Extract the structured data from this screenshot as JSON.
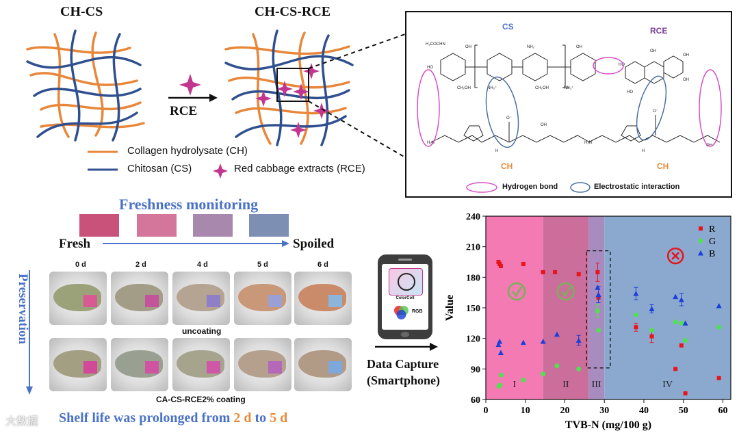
{
  "network": {
    "left_title": "CH-CS",
    "right_title": "CH-CS-RCE",
    "arrow_label": "RCE",
    "legend": {
      "ch": "Collagen hydrolysate (CH)",
      "cs": "Chitosan (CS)",
      "rce": "Red cabbage extracts (RCE)"
    },
    "colors": {
      "ch": "#e8873a",
      "cs": "#2f4f8f",
      "rce": "#c2368f"
    }
  },
  "molecule": {
    "cs_label": "CS",
    "rce_label": "RCE",
    "ch_label_1": "CH",
    "ch_label_2": "CH",
    "legend_hbond": "Hydrogen bond",
    "legend_electro": "Electrostatic interaction",
    "atoms": {
      "h3cocohn": "H₃COCHN",
      "oh": "OH",
      "ho": "HO",
      "ch2oh": "CH₂OH",
      "nh2": "NH₂",
      "nh3": "NH₃⁺",
      "n": "n",
      "h2n": "H₂N",
      "o": "O",
      "n_atom": "N",
      "h": "H",
      "o_minus": "O⁻"
    },
    "colors": {
      "cs": "#4a72c6",
      "rce": "#7b3c9e",
      "ch": "#e88a3a",
      "hbond": "#d64fc8",
      "electro": "#4a6fa0"
    }
  },
  "freshness": {
    "title": "Freshness monitoring",
    "fresh_label": "Fresh",
    "spoiled_label": "Spoiled",
    "swatches": [
      "#c8527a",
      "#d4769b",
      "#a889ad",
      "#7d8fb3"
    ]
  },
  "preservation": {
    "side_label": "Preservation",
    "days": [
      "0 d",
      "2 d",
      "4 d",
      "5 d",
      "6 d"
    ],
    "uncoating_label": "uncoating",
    "coating_label": "CA-CS-RCE2% coating",
    "shelf_prefix": "Shelf life was prolonged from ",
    "shelf_from": "2 d",
    "shelf_mid": " to ",
    "shelf_to": "5 d",
    "watermark": "大数据"
  },
  "phone": {
    "app_name": "ColorColl",
    "rgb_label": "RGB",
    "caption_line1": "Data Capture",
    "caption_line2": "(Smartphone)"
  },
  "chart_data": {
    "type": "scatter",
    "xlabel": "TVB-N (mg/100 g)",
    "ylabel": "Value",
    "xlim": [
      0,
      62
    ],
    "ylim": [
      60,
      240
    ],
    "x_ticks": [
      0,
      10,
      20,
      30,
      40,
      50,
      60
    ],
    "y_ticks": [
      60,
      90,
      120,
      150,
      180,
      210,
      240
    ],
    "regions": [
      {
        "label": "I",
        "x_from": 0,
        "x_to": 14.5,
        "color": "#f37ab3"
      },
      {
        "label": "II",
        "x_from": 14.5,
        "x_to": 26,
        "color": "#cb6e9c"
      },
      {
        "label": "III",
        "x_from": 26,
        "x_to": 30,
        "color": "#a88bbf"
      },
      {
        "label": "IV",
        "x_from": 30,
        "x_to": 62,
        "color": "#8ba9cf"
      }
    ],
    "series": [
      {
        "name": "R",
        "color": "#e8141c",
        "marker": "square",
        "points": [
          [
            3.2,
            195
          ],
          [
            3.5,
            193
          ],
          [
            3.8,
            191
          ],
          [
            9.5,
            193
          ],
          [
            14.5,
            185
          ],
          [
            17.5,
            185
          ],
          [
            23.5,
            183
          ],
          [
            28.3,
            185
          ],
          [
            28.5,
            160
          ],
          [
            38,
            131
          ],
          [
            42,
            122
          ],
          [
            48,
            90
          ],
          [
            49.5,
            113
          ],
          [
            50.5,
            66
          ],
          [
            59,
            81
          ]
        ],
        "errors": [
          0,
          0,
          0,
          0,
          0,
          0,
          0,
          9,
          0,
          4,
          6,
          0,
          0,
          0,
          0
        ]
      },
      {
        "name": "G",
        "color": "#52e052",
        "marker": "circle",
        "points": [
          [
            3.3,
            73
          ],
          [
            3.6,
            74
          ],
          [
            3.9,
            84
          ],
          [
            9.5,
            79
          ],
          [
            14.5,
            85
          ],
          [
            18,
            93
          ],
          [
            23.5,
            90
          ],
          [
            28.3,
            147
          ],
          [
            28.5,
            128
          ],
          [
            38,
            143
          ],
          [
            42,
            128
          ],
          [
            48,
            136
          ],
          [
            49.5,
            135
          ],
          [
            50.5,
            118
          ],
          [
            59,
            131
          ]
        ],
        "errors": [
          0,
          0,
          0,
          0,
          0,
          0,
          0,
          6,
          0,
          0,
          0,
          0,
          0,
          0,
          0
        ]
      },
      {
        "name": "B",
        "color": "#1a3fd8",
        "marker": "triangle",
        "points": [
          [
            3.2,
            114
          ],
          [
            3.5,
            117
          ],
          [
            3.8,
            106
          ],
          [
            9.5,
            116
          ],
          [
            14.5,
            117
          ],
          [
            18,
            124
          ],
          [
            23.5,
            118
          ],
          [
            28.3,
            170
          ],
          [
            28.5,
            163
          ],
          [
            38,
            164
          ],
          [
            42,
            149
          ],
          [
            48,
            161
          ],
          [
            49.5,
            158
          ],
          [
            50.5,
            135
          ],
          [
            59,
            152
          ]
        ],
        "errors": [
          0,
          0,
          0,
          0,
          0,
          0,
          5,
          0,
          8,
          6,
          4,
          0,
          6,
          0,
          0
        ]
      }
    ],
    "legend_entries": [
      "R",
      "G",
      "B"
    ],
    "legend_position": "top-right",
    "grid": false
  }
}
